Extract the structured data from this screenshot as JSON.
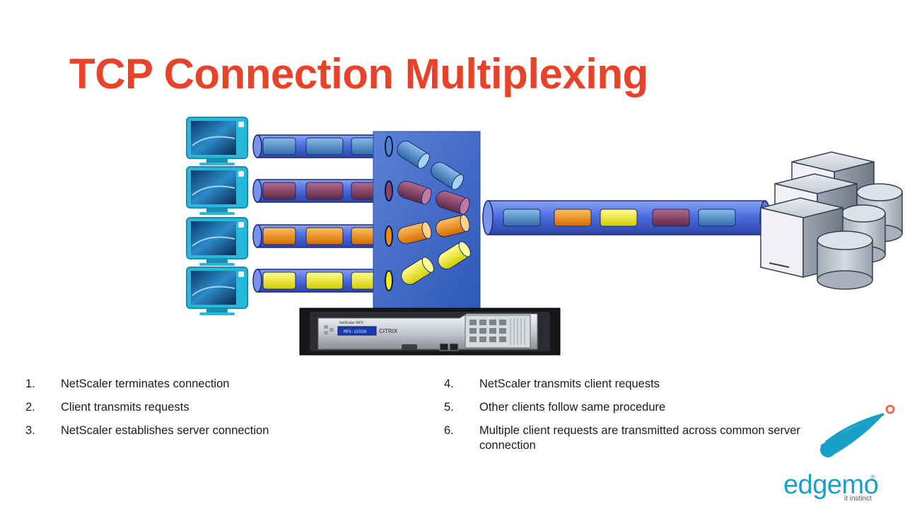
{
  "title": "TCP Connection Multiplexing",
  "appliance": {
    "model_label": "NetScaler MPX",
    "screen_text": "MPX-15500",
    "brand": "CITRIX"
  },
  "steps_left": [
    {
      "num": "1.",
      "text": "NetScaler terminates connection"
    },
    {
      "num": "2.",
      "text": "Client transmits requests"
    },
    {
      "num": "3.",
      "text": "NetScaler establishes server connection"
    }
  ],
  "steps_right": [
    {
      "num": "4.",
      "text": "NetScaler transmits client requests"
    },
    {
      "num": "5.",
      "text": "Other clients follow same procedure"
    },
    {
      "num": "6.",
      "text": "Multiple client requests are transmitted across common server connection"
    }
  ],
  "logo": {
    "word": "edgemo",
    "registered": "®",
    "tagline": "it instinct"
  },
  "colors": {
    "title": "#e8432a",
    "pipe": "#4d6fe0",
    "netscaler_panel": "#3f68c8",
    "packet_blue": "#4c87c8",
    "packet_plum": "#8a4468",
    "packet_orange": "#f08a14",
    "packet_yellow": "#f2ee1a",
    "logo": "#1aa0c8"
  }
}
